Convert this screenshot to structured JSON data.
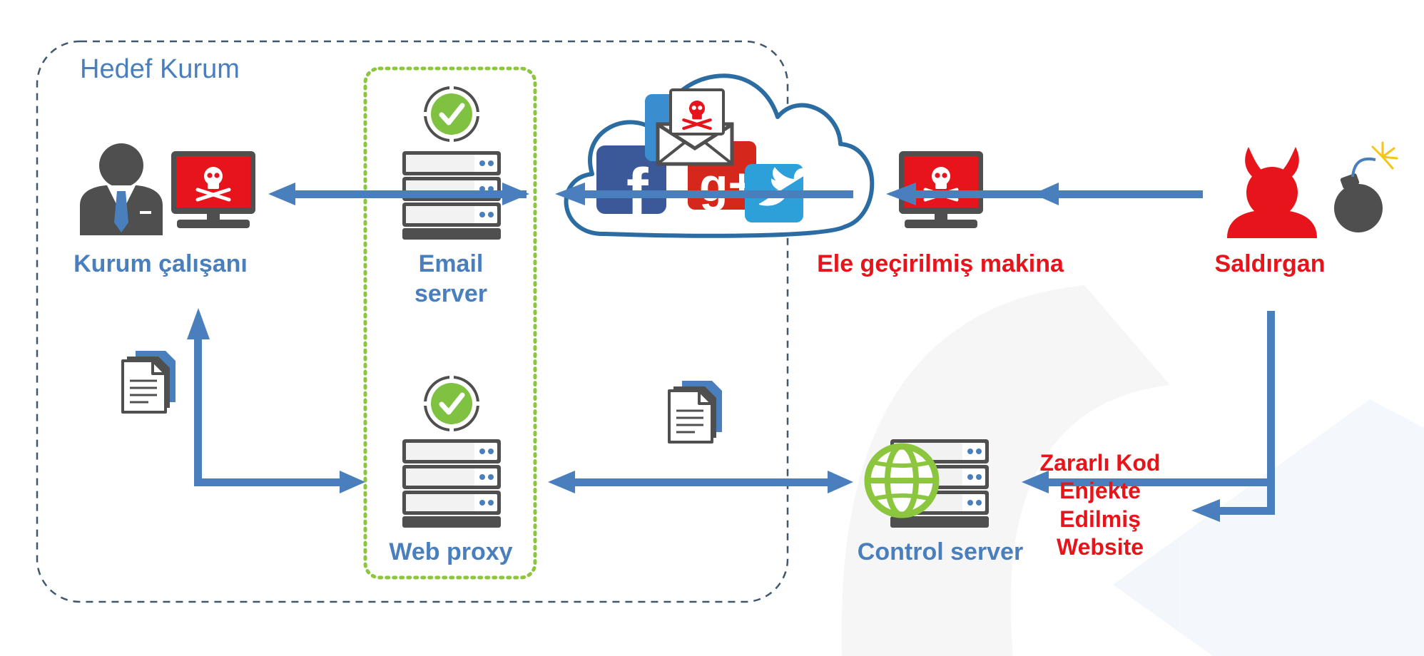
{
  "zone": {
    "title": "Hedef Kurum"
  },
  "nodes": {
    "employee": "Kurum çalışanı",
    "email_server": "Email\nserver",
    "web_proxy": "Web proxy",
    "compromised_machine": "Ele geçirilmiş makina",
    "attacker": "Saldırgan",
    "control_server": "Control server",
    "injected_site": "Zararlı Kod\nEnjekte\nEdilmiş\nWebsite"
  },
  "colors": {
    "blue": "#4a7fbe",
    "red": "#e8141b",
    "dark_gray": "#4f4f4f",
    "green": "#7fc241",
    "arrow": "#4a7fbe"
  },
  "icons": [
    "person-icon",
    "infected-monitor-icon",
    "check-icon",
    "server-icon",
    "cloud-icon",
    "facebook-icon",
    "google-plus-icon",
    "twitter-icon",
    "malicious-mail-icon",
    "devil-icon",
    "bomb-icon",
    "globe-icon",
    "document-icon"
  ]
}
